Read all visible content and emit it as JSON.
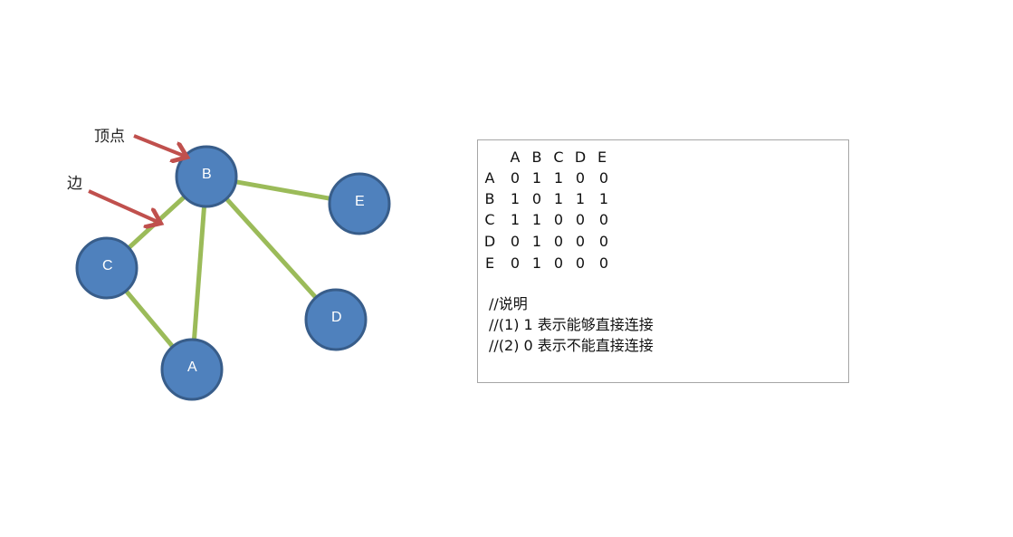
{
  "graph": {
    "nodes": [
      "A",
      "B",
      "C",
      "D",
      "E"
    ],
    "edges": [
      [
        "B",
        "E"
      ],
      [
        "B",
        "C"
      ],
      [
        "B",
        "A"
      ],
      [
        "B",
        "D"
      ],
      [
        "C",
        "A"
      ]
    ],
    "annotations": {
      "vertex": "顶点",
      "edge": "边"
    },
    "colors": {
      "node_fill": "#4f81bd",
      "node_stroke": "#385d8a",
      "edge": "#9bbb59",
      "arrow": "#c0504d"
    }
  },
  "matrix": {
    "headers": [
      "A",
      "B",
      "C",
      "D",
      "E"
    ],
    "rows": [
      {
        "label": "A",
        "values": [
          "0",
          "1",
          "1",
          "0",
          "0"
        ]
      },
      {
        "label": "B",
        "values": [
          "1",
          "0",
          "1",
          "1",
          "1"
        ]
      },
      {
        "label": "C",
        "values": [
          "1",
          "1",
          "0",
          "0",
          "0"
        ]
      },
      {
        "label": "D",
        "values": [
          "0",
          "1",
          "0",
          "0",
          "0"
        ]
      },
      {
        "label": "E",
        "values": [
          "0",
          "1",
          "0",
          "0",
          "0"
        ]
      }
    ],
    "notes": [
      "//说明",
      "//(1) 1 表示能够直接连接",
      "//(2) 0 表示不能直接连接"
    ]
  }
}
